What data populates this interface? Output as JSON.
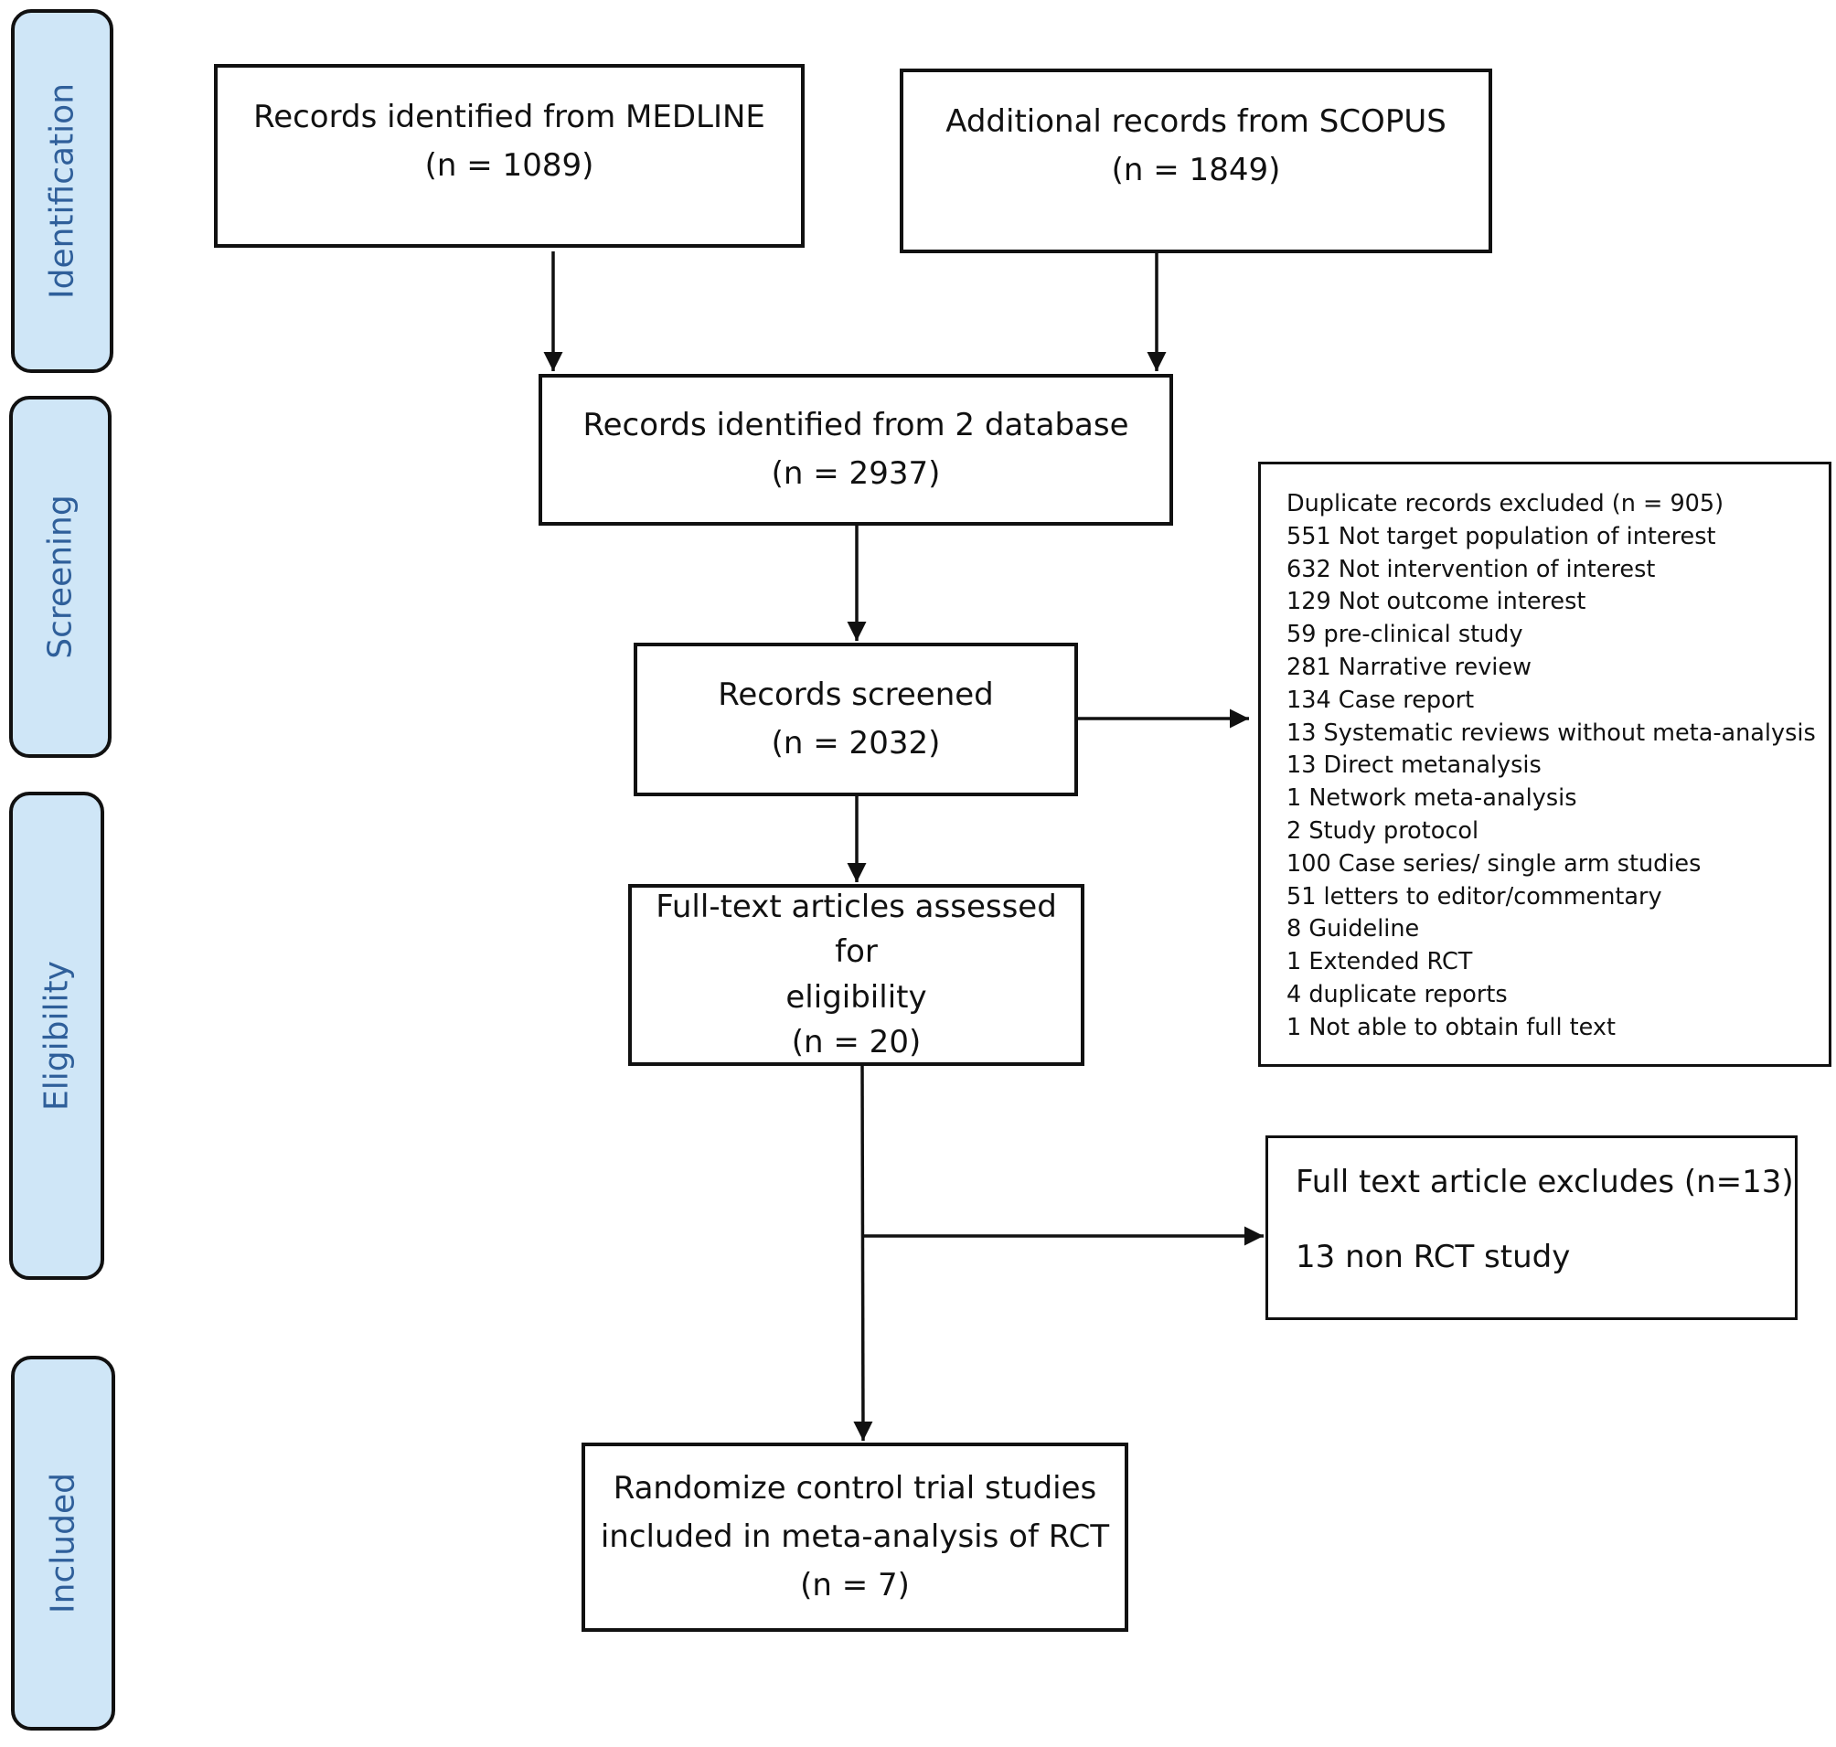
{
  "stages": {
    "identification": "Identification",
    "screening": "Screening",
    "eligibility": "Eligibility",
    "included": "Included"
  },
  "boxes": {
    "medline": {
      "label": "Records identified from MEDLINE",
      "count": "(n = 1089)"
    },
    "scopus": {
      "label": "Additional records from SCOPUS",
      "count": "(n = 1849)"
    },
    "identified": {
      "label": "Records identified from 2 database",
      "count": "(n = 2937)"
    },
    "screened": {
      "label": "Records screened",
      "count": "(n = 2032)"
    },
    "fulltext": {
      "label_line1": "Full-text articles assessed for",
      "label_line2": "eligibility",
      "count": "(n = 20)"
    },
    "included": {
      "label_line1": "Randomize control trial studies",
      "label_line2": "included in meta-analysis of RCT",
      "count": "(n = 7)"
    }
  },
  "screening_exclusions": [
    "Duplicate records excluded (n = 905)",
    "551 Not target population of interest",
    "632 Not intervention of interest",
    "129 Not outcome interest",
    "59 pre-clinical study",
    "281 Narrative review",
    "134 Case report",
    "13 Systematic reviews without meta-analysis",
    "13 Direct metanalysis",
    "1 Network meta-analysis",
    "2 Study protocol",
    "100 Case series/ single arm studies",
    "51 letters to editor/commentary",
    "8 Guideline",
    "1 Extended RCT",
    "4 duplicate reports",
    "1 Not able to obtain full text"
  ],
  "fulltext_exclusions": {
    "title": "Full text article excludes (n=13)",
    "reason": "13 non RCT study"
  }
}
